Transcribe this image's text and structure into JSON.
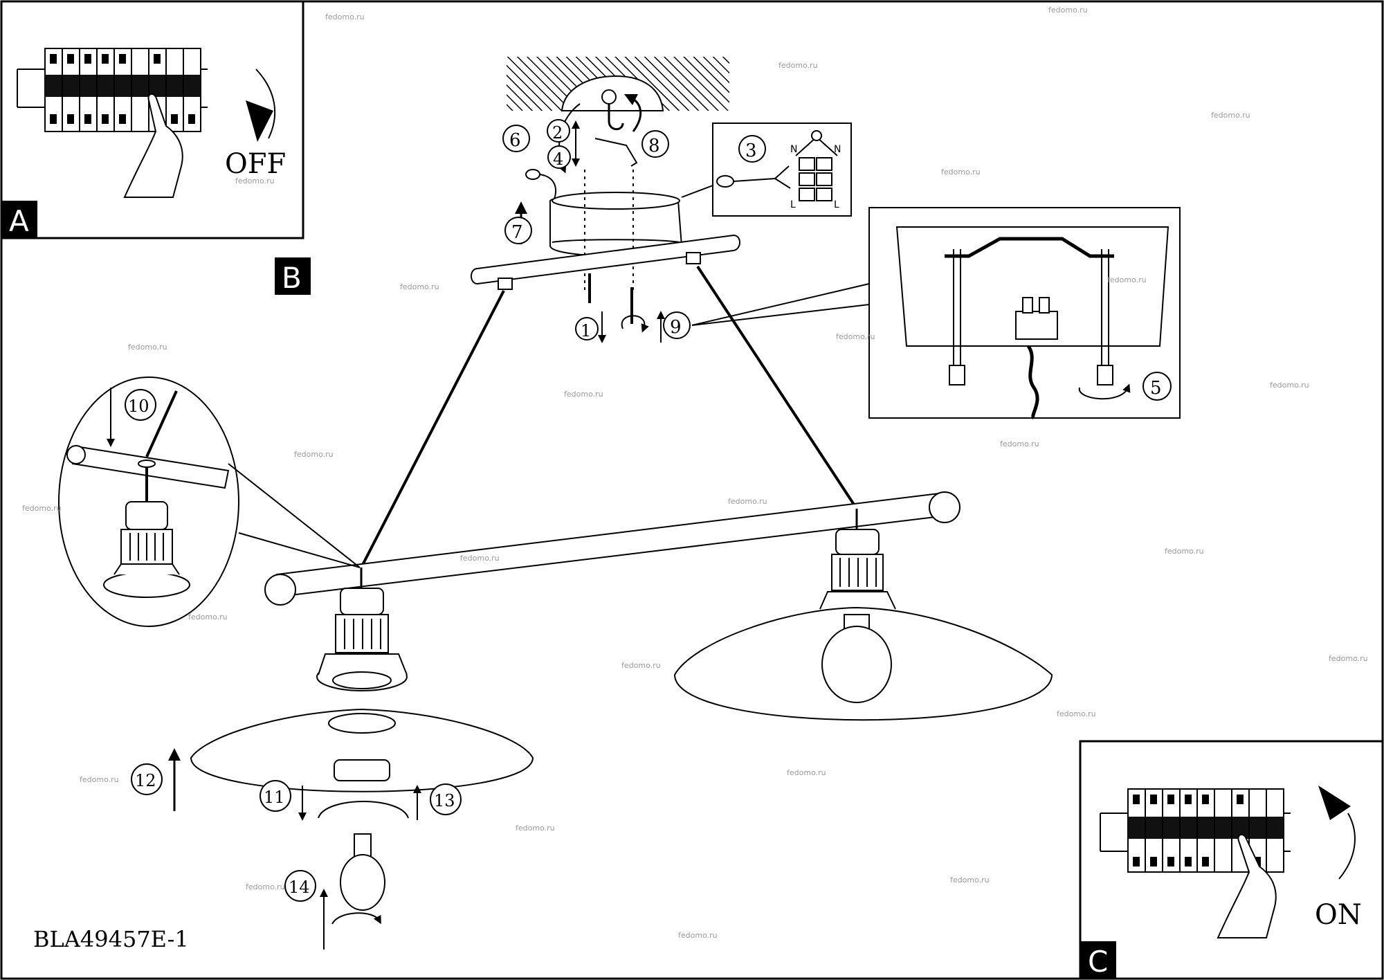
{
  "document_code": "BLA49457E-1",
  "panels": {
    "a": {
      "letter": "A",
      "switch_label": "OFF"
    },
    "b": {
      "letter": "B"
    },
    "c": {
      "letter": "C",
      "switch_label": "ON"
    }
  },
  "wiring_terminals": {
    "left": [
      "N",
      "L"
    ],
    "right": [
      "N",
      "L"
    ]
  },
  "steps": [
    "1",
    "2",
    "3",
    "4",
    "5",
    "6",
    "7",
    "8",
    "9",
    "10",
    "11",
    "12",
    "13",
    "14"
  ],
  "watermark": "fedomo.ru"
}
